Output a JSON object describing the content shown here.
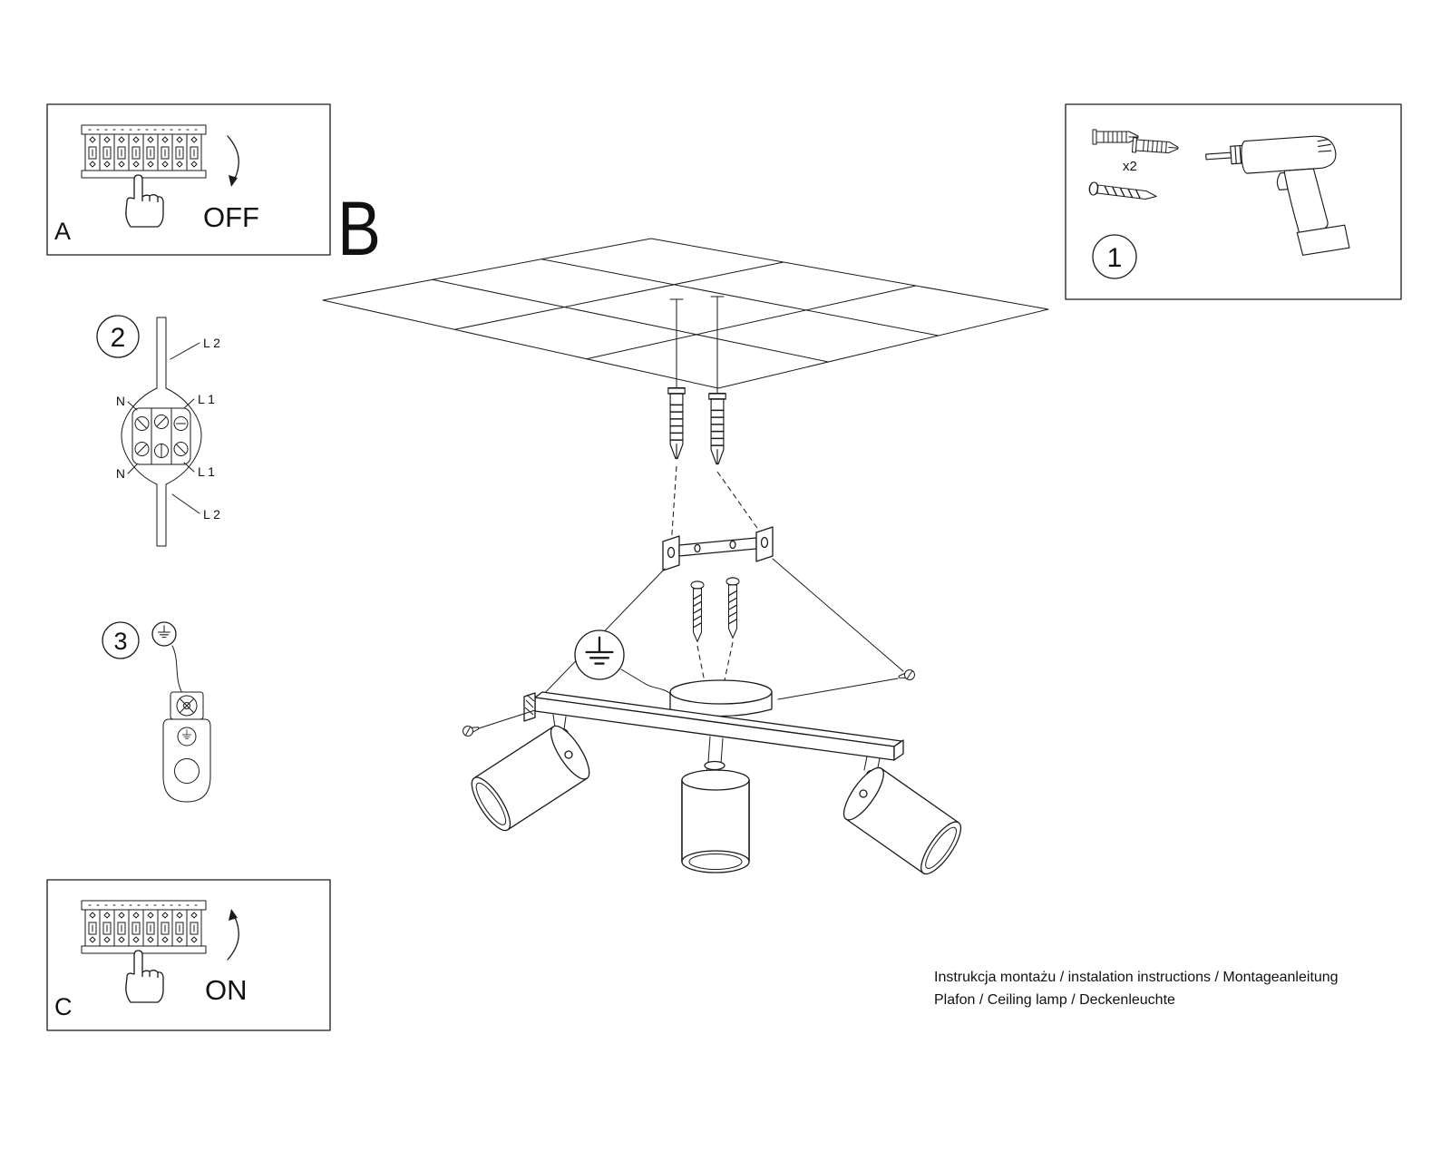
{
  "colors": {
    "line": "#1a1a1a",
    "background": "#ffffff"
  },
  "panel_a": {
    "label": "A",
    "state": "OFF"
  },
  "panel_b": {
    "label": "B"
  },
  "panel_c": {
    "label": "C",
    "state": "ON"
  },
  "step1": {
    "number": "1",
    "plug_qty": "x2"
  },
  "step2": {
    "number": "2",
    "labels": {
      "top": "L 2",
      "right_upper": "L 1",
      "left_upper": "N",
      "left_lower": "N",
      "right_lower": "L 1",
      "bottom": "L 2"
    }
  },
  "step3": {
    "number": "3"
  },
  "footer": {
    "line1": "Instrukcja montażu / instalation instructions / Montageanleitung",
    "line2": "Plafon / Ceiling lamp / Deckenleuchte"
  }
}
